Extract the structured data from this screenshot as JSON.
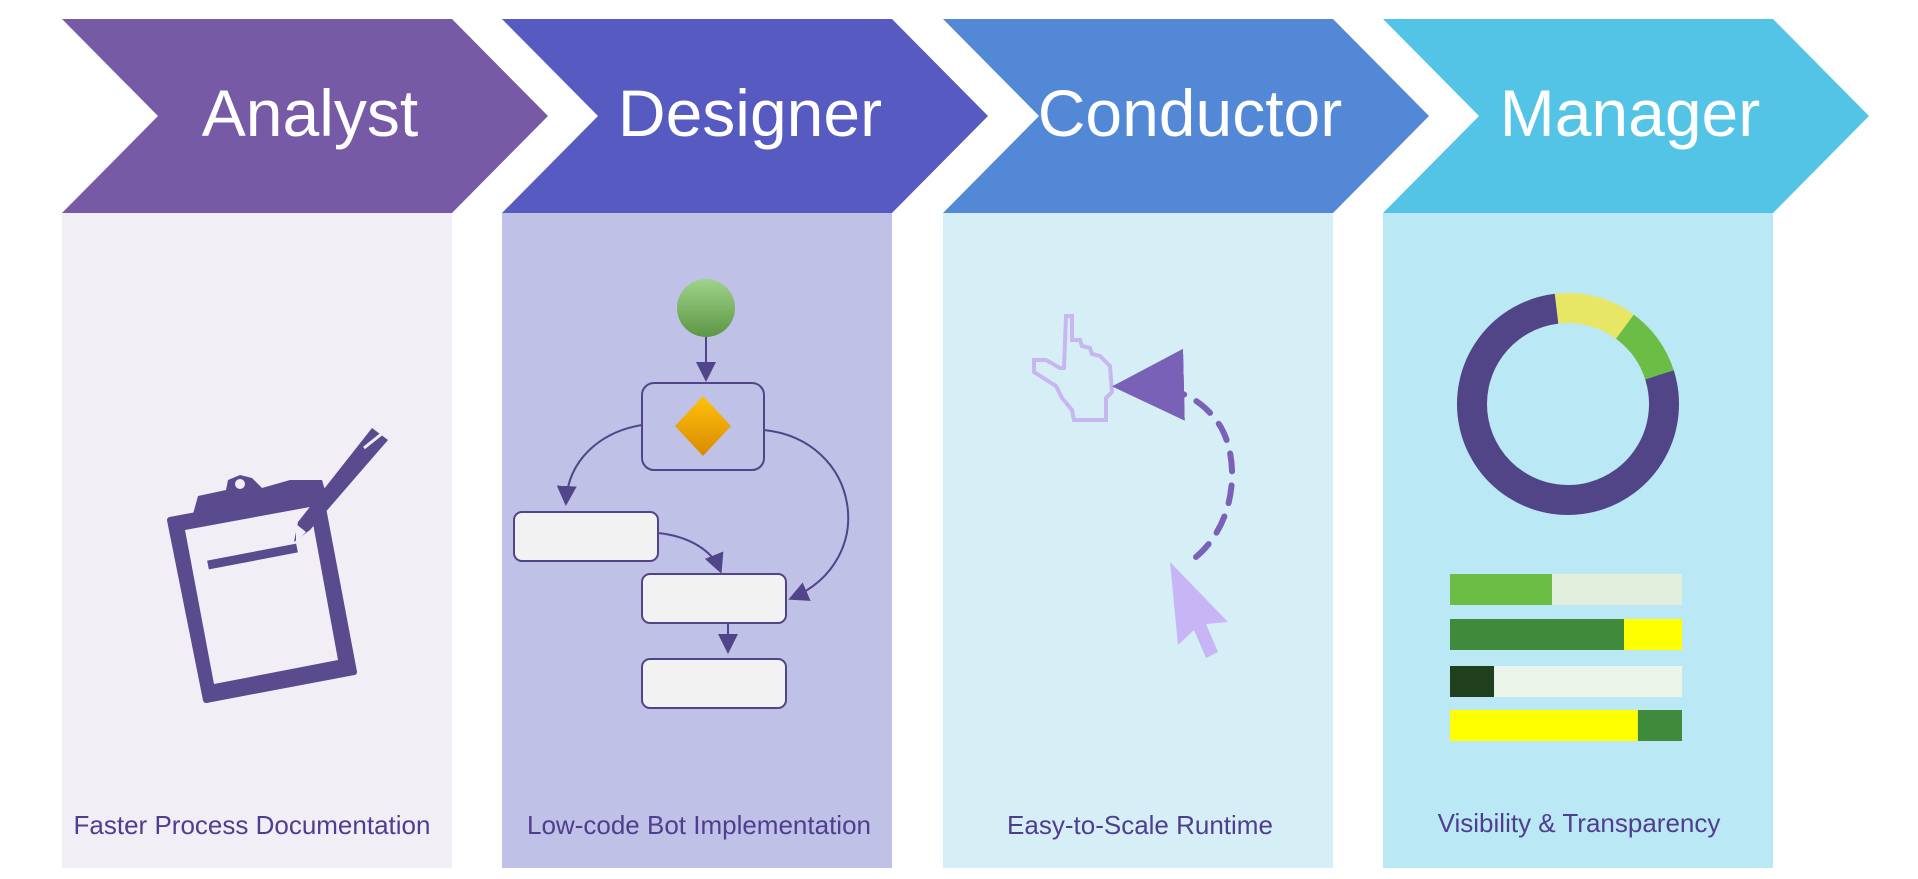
{
  "stages": [
    {
      "title": "Analyst",
      "caption": "Faster Process Documentation",
      "color": "#765aa5",
      "panel": "#f1eef5"
    },
    {
      "title": "Designer",
      "caption": "Low-code Bot Implementation",
      "color": "#565ac1",
      "panel": "#bfc1e6"
    },
    {
      "title": "Conductor",
      "caption": "Easy-to-Scale Runtime",
      "color": "#5388d6",
      "panel": "#d6eff7"
    },
    {
      "title": "Manager",
      "caption": "Visibility & Transparency",
      "color": "#53c4e6",
      "panel": "#bae8f5"
    }
  ],
  "icons": {
    "analyst": "clipboard-pen-icon",
    "designer": "flowchart-icon",
    "conductor": "cursor-pointer-icon",
    "manager": "dashboard-donut-bars-icon"
  },
  "manager_donut": [
    {
      "color": "#e8e765",
      "share": 0.12
    },
    {
      "color": "#6cbd46",
      "share": 0.1
    },
    {
      "color": "#514588",
      "share": 0.78
    }
  ],
  "manager_bars": [
    {
      "fill": 0.44,
      "fill_color": "#6cbd46",
      "rest_color": "#e2efdc"
    },
    {
      "fill": 0.75,
      "fill_color": "#3f8a3b",
      "rest_color": "#ffff00"
    },
    {
      "fill": 0.19,
      "fill_color": "#1f3f1d",
      "rest_color": "#eaf4e8"
    },
    {
      "fill": 0.81,
      "fill_color": "#ffff00",
      "rest_color": "#3f8a3b"
    }
  ]
}
